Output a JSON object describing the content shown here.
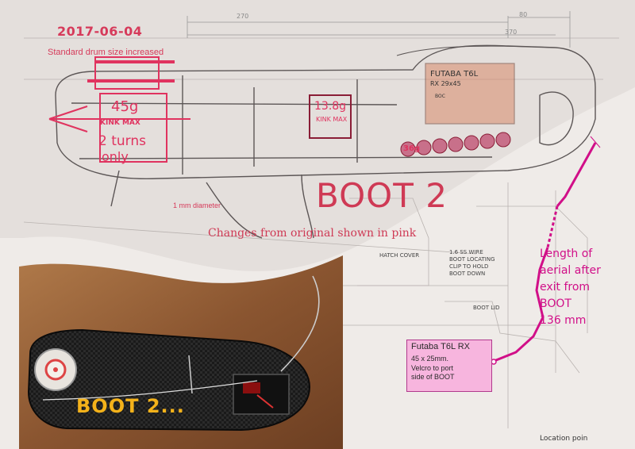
{
  "header": {
    "date": "2017-06-04",
    "drum_note": "Standard drum size increased"
  },
  "dimensions": {
    "upper_left": "270",
    "upper_right": "80",
    "lower": "370"
  },
  "sketch_labels": {
    "drum_weight": "45g",
    "drum_kink": "KINK MAX",
    "drum_turns": "2 turns",
    "drum_only": "only",
    "mid_weight": "13.8g",
    "mid_kink": "KINK MAX",
    "weight_36": "36g",
    "rx_tag": "FUTABA T6L",
    "rx_tag_dim": "RX 29x45",
    "pod_note": "BOC",
    "diameter_note": "1 mm diameter",
    "hatch": "HATCH COVER",
    "wire_note": "1.6 SS WIRE\nBOOT LOCATING\nCLIP TO HOLD\nBOOT DOWN",
    "boot_lid": "BOOT\nLID"
  },
  "title": {
    "main": "BOOT 2",
    "subtitle": "Changes from original shown in pink"
  },
  "aerial_note": "Length of\naerial after\nexit from\nBOOT\n136 mm",
  "receiver": {
    "title": "Futaba T6L RX",
    "size": "45 x 25mm.",
    "mount": "Velcro to port\nside of BOOT"
  },
  "photo": {
    "label": "BOOT 2..."
  },
  "footer": {
    "location": "Location poin"
  },
  "colors": {
    "accent_pink": "#d63a5a",
    "aerial_magenta": "#d10f88",
    "box_fill": "#f7b5de",
    "photo_label": "#f4b21a"
  }
}
